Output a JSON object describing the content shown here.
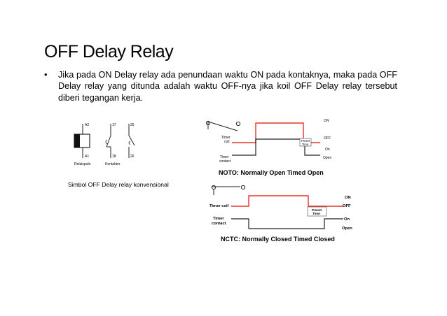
{
  "slide": {
    "title": "OFF Delay Relay",
    "bullet": "Jika pada ON Delay relay ada penundaan waktu ON pada kontaknya, maka pada OFF Delay relay yang ditunda adalah waktu OFF-nya jika koil OFF Delay relay tersebut diberi tegangan kerja."
  },
  "symbol": {
    "caption": "Simbol OFF Delay relay konvensional",
    "coil_top": "A2",
    "coil_bottom": "A1",
    "contact1_top": "17",
    "contact1_bottom": "18",
    "contact2_top": "25",
    "contact2_bottom": "26",
    "left_label": "Relaispule",
    "right_label": "Kontakter"
  },
  "noto": {
    "caption": "NOTO: Normally Open Timed Open",
    "coil_label_1": "Timer",
    "coil_label_2": "coil",
    "contact_label_1": "Timer",
    "contact_label_2": "contact",
    "preset_1": "Preset",
    "preset_2": "Time",
    "on": "ON",
    "off": "OFF",
    "on2": "On",
    "open": "Open"
  },
  "nctc": {
    "caption": "NCTC: Normally Closed Timed Closed",
    "coil_label": "Timer coil",
    "contact_label_1": "Timer",
    "contact_label_2": "contact",
    "preset_1": "Preset",
    "preset_2": "Time",
    "on": "ON",
    "off": "OFF",
    "on2": "On",
    "open": "Open"
  },
  "colors": {
    "signal": "#e8302a",
    "line": "#1a1a1a"
  }
}
